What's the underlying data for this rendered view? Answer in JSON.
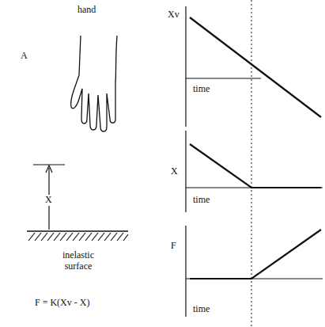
{
  "diagram": {
    "labels": [
      "hand",
      "A",
      "X",
      "inelastic surface",
      "F = K(Xv - X)",
      "Xv",
      "time",
      "X",
      "time",
      "F",
      "time"
    ]
  }
}
